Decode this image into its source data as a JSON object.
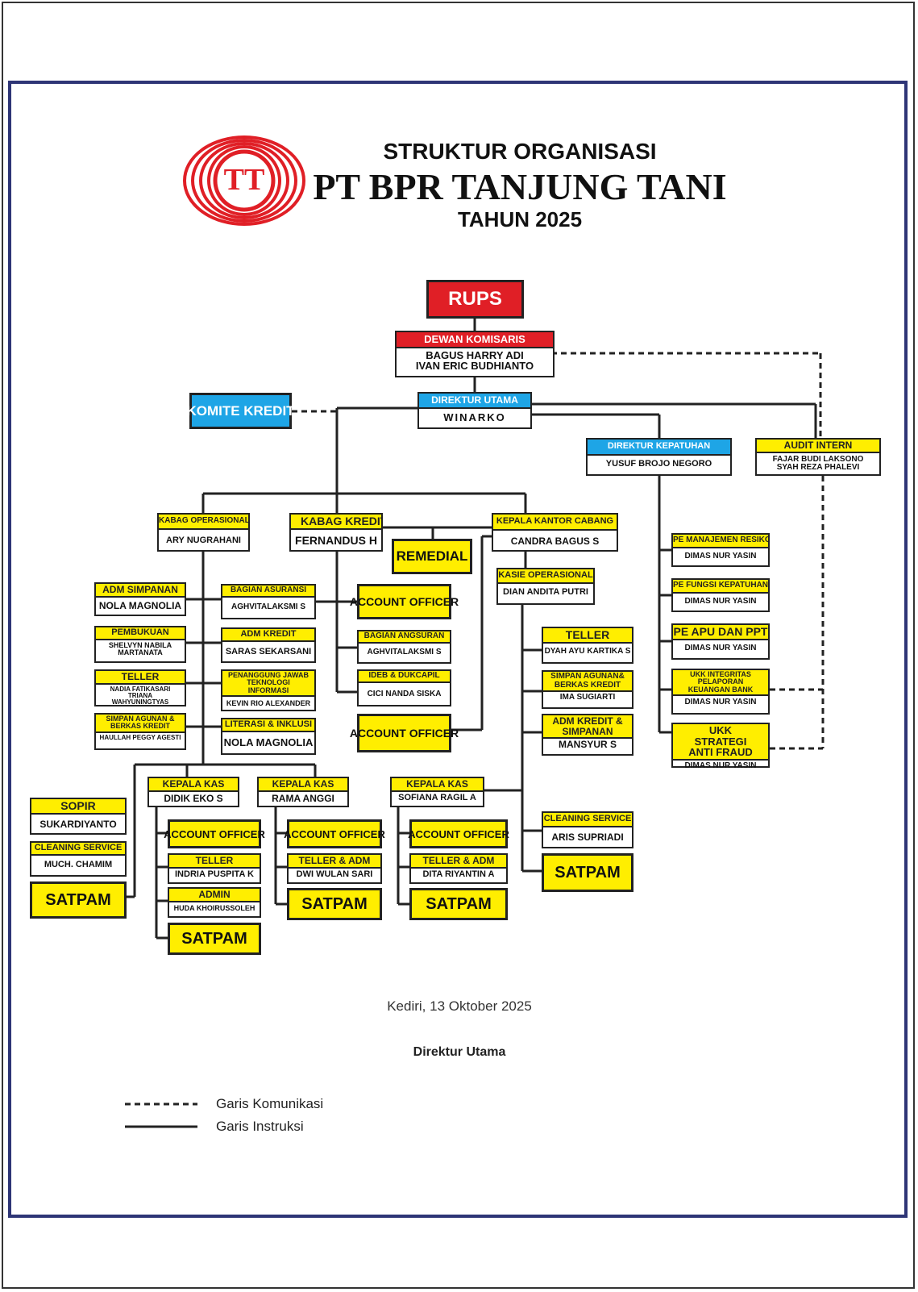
{
  "header": {
    "subtitle": "STRUKTUR ORGANISASI",
    "company": "PT BPR TANJUNG TANI",
    "year": "TAHUN 2025",
    "logo_letters": "TT"
  },
  "rups": "RUPS",
  "dewan_komisaris": {
    "title": "DEWAN KOMISARIS",
    "names": [
      "BAGUS HARRY ADI",
      "IVAN ERIC BUDHIANTO"
    ]
  },
  "direktur_utama": {
    "title": "DIREKTUR UTAMA",
    "name": "WINARKO"
  },
  "komite_kredit": "KOMITE KREDIT",
  "direktur_kepatuhan": {
    "title": "DIREKTUR KEPATUHAN",
    "name": "YUSUF BROJO NEGORO"
  },
  "audit_intern": {
    "title": "AUDIT INTERN",
    "names": [
      "FAJAR BUDI LAKSONO",
      "SYAH REZA PHALEVI"
    ]
  },
  "kabag_operasional": {
    "title": "KABAG OPERASIONAL",
    "name": "ARY NUGRAHANI"
  },
  "kabag_kredit": {
    "title": "KABAG KREDIT",
    "name": "FERNANDUS H"
  },
  "kepala_kantor_cabang": {
    "title": "KEPALA KANTOR CABANG",
    "name": "CANDRA BAGUS S"
  },
  "remedial": "REMEDIAL",
  "ops_left": [
    {
      "title": "ADM SIMPANAN",
      "name": "NOLA MAGNOLIA"
    },
    {
      "title": "PEMBUKUAN",
      "name": "SHELVYN NABILA MARTANATA"
    },
    {
      "title": "TELLER",
      "name": "NADIA FATIKASARI TRIANA WAHYUNINGTYAS"
    },
    {
      "title": "SIMPAN AGUNAN & BERKAS KREDIT",
      "name": "HAULLAH PEGGY AGESTI"
    }
  ],
  "ops_right": [
    {
      "title": "BAGIAN ASURANSI",
      "name": "AGHVITALAKSMI S"
    },
    {
      "title": "ADM KREDIT",
      "name": "SARAS SEKARSANI"
    },
    {
      "title": "PENANGGUNG JAWAB TEKNOLOGI INFORMASI",
      "name": "KEVIN RIO ALEXANDER"
    },
    {
      "title": "LITERASI & INKLUSI",
      "name": "NOLA MAGNOLIA"
    }
  ],
  "kredit_units": {
    "account_officer": "ACCOUNT OFFICER",
    "bagian_angsuran": {
      "title": "BAGIAN ANGSURAN",
      "name": "AGHVITALAKSMI S"
    },
    "ideb": {
      "title": "IDEB & DUKCAPIL",
      "name": "CICI NANDA SISKA"
    },
    "account_officer_2": "ACCOUNT OFFICER"
  },
  "kasie_operasional": {
    "title": "KASIE OPERASIONAL",
    "name": "DIAN ANDITA PUTRI"
  },
  "cabang_units": [
    {
      "title": "TELLER",
      "name": "DYAH AYU KARTIKA S"
    },
    {
      "title": "SIMPAN AGUNAN& BERKAS KREDIT",
      "name": "IMA SUGIARTI"
    },
    {
      "title": "ADM KREDIT & SIMPANAN",
      "name": "MANSYUR S"
    }
  ],
  "cabang_cleaning": {
    "title": "CLEANING SERVICE",
    "name": "ARIS SUPRIADI"
  },
  "satpam": "SATPAM",
  "kepatuhan_units": [
    {
      "title": "PE MANAJEMEN RESIKO",
      "name": "DIMAS NUR YASIN"
    },
    {
      "title": "PE FUNGSI KEPATUHAN",
      "name": "DIMAS NUR YASIN"
    },
    {
      "title": "PE APU DAN PPT",
      "name": "DIMAS NUR YASIN"
    },
    {
      "title": "UKK INTEGRITAS PELAPORAN KEUANGAN BANK",
      "name": "DIMAS NUR YASIN"
    },
    {
      "title": "UKK STRATEGI ANTI FRAUD",
      "name": "DIMAS NUR YASIN"
    }
  ],
  "sopir": {
    "title": "SOPIR",
    "name": "SUKARDIYANTO"
  },
  "cleaning_left": {
    "title": "CLEANING SERVICE",
    "name": "MUCH. CHAMIM"
  },
  "kas": [
    {
      "title": "KEPALA KAS",
      "name": "DIDIK EKO S",
      "ao": "ACCOUNT OFFICER",
      "teller_title": "TELLER",
      "teller_name": "INDRIA PUSPITA K",
      "admin_title": "ADMIN",
      "admin_name": "HUDA KHOIRUSSOLEH"
    },
    {
      "title": "KEPALA KAS",
      "name": "RAMA ANGGI",
      "ao": "ACCOUNT OFFICER",
      "teller_title": "TELLER & ADM",
      "teller_name": "DWI WULAN SARI"
    },
    {
      "title": "KEPALA KAS",
      "name": "SOFIANA RAGIL A",
      "ao": "ACCOUNT OFFICER",
      "teller_title": "TELLER & ADM",
      "teller_name": "DITA RIYANTIN A"
    }
  ],
  "footer": {
    "place_date": "Kediri, 13 Oktober 2025",
    "signature_title": "Direktur Utama"
  },
  "legend": {
    "dashed": "Garis Komunikasi",
    "solid": "Garis Instruksi"
  },
  "colors": {
    "red": "#e01f26",
    "blue": "#1ea5e6",
    "yellow": "#ffee00",
    "frame": "#2e3576"
  }
}
